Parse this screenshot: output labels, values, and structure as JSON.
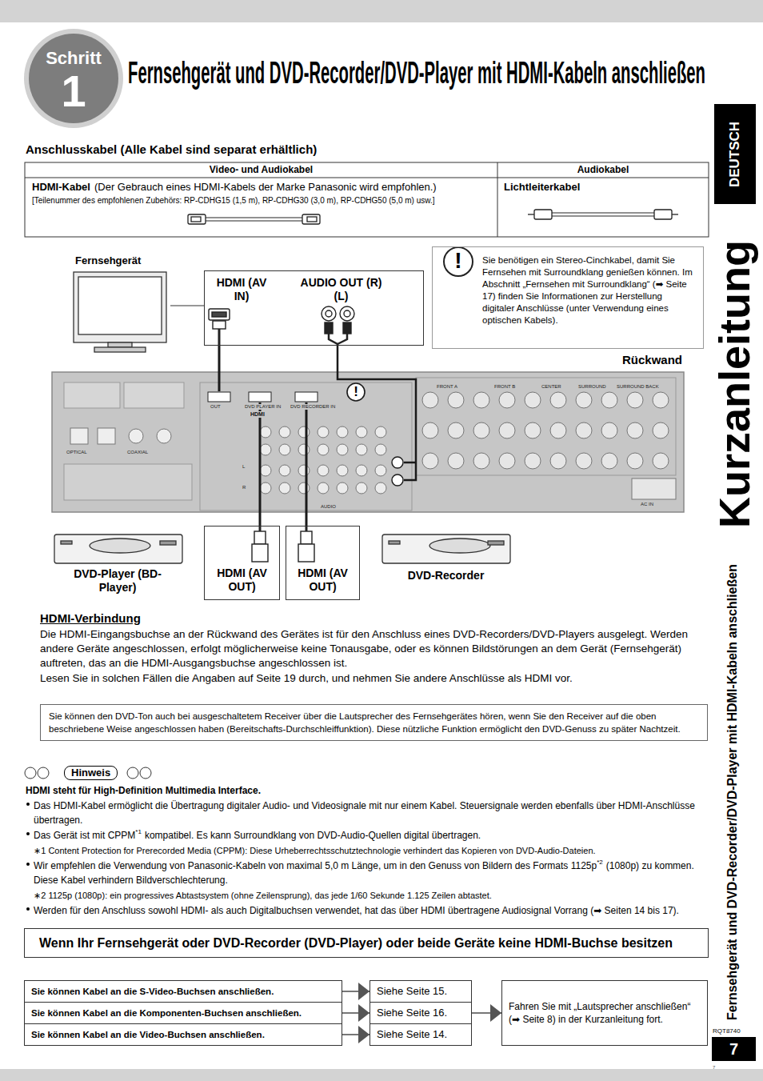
{
  "diagram": {
    "title": "Fernsehgerät und DVD-Recorder/DVD-Player mit HDMI-Kabeln anschließen",
    "nodes": [
      {
        "text": [
          "Schritt",
          "1"
        ]
      },
      {
        "text": [
          "Fernsehgerät"
        ]
      },
      {
        "text": [
          "HDMI (AV IN)",
          "AUDIO OUT (R) (L)"
        ]
      },
      {
        "text": [
          "Sie benötigen ein Stereo-Cinchkabel, damit Sie Fernsehen mit Surroundklang genießen können. Im Abschnitt „Fernsehen mit Surroundklang“ (➡ Seite 17) finden Sie Informationen zur Herstellung digitaler Anschlüsse (unter Verwendung eines optischen Kabels)."
        ]
      },
      {
        "text": [
          "Rückwand"
        ]
      },
      {
        "text": [
          "DVD-Player (BD-Player)"
        ]
      },
      {
        "text": [
          "HDMI (AV OUT)"
        ]
      },
      {
        "text": [
          "HDMI (AV OUT)"
        ]
      },
      {
        "text": [
          "DVD-Recorder"
        ]
      },
      {
        "text": [
          "Sie können den DVD-Ton auch bei ausgeschaltetem Receiver über die Lautsprecher des Fernsehgerätes hören, wenn Sie den Receiver auf die oben beschriebene Weise angeschlossen haben (Bereitschafts-Durchschleiffunktion). Diese nützliche Funktion ermöglicht den DVD-Genuss zu später Nachtzeit."
        ]
      },
      {
        "text": [
          "Wenn Ihr Fernsehgerät oder DVD-Recorder (DVD-Player) oder beide Geräte keine HDMI-Buchse besitzen"
        ]
      },
      {
        "text": [
          "Sie können Kabel an die S-Video-Buchsen anschließen."
        ]
      },
      {
        "text": [
          "Sie können Kabel an die Komponenten-Buchsen anschließen."
        ]
      },
      {
        "text": [
          "Sie können Kabel an die Video-Buchsen anschließen."
        ]
      },
      {
        "text": [
          "Siehe Seite 15."
        ]
      },
      {
        "text": [
          "Siehe Seite 16."
        ]
      },
      {
        "text": [
          "Siehe Seite 14."
        ]
      },
      {
        "text": [
          "Fahren Sie mit „Lautsprecher anschließen“ (➡ Seite 8) in der Kurzanleitung fort."
        ]
      },
      {
        "text": [
          "DEUTSCH"
        ]
      },
      {
        "text": [
          "7"
        ]
      }
    ],
    "edges": [
      {
        "from": 1,
        "to": 2,
        "arrow": "none"
      },
      {
        "from": 2,
        "to": 4,
        "arrow": "none"
      },
      {
        "from": 2,
        "to": 4,
        "arrow": "none"
      },
      {
        "from": 6,
        "to": 4,
        "arrow": "none"
      },
      {
        "from": 7,
        "to": 4,
        "arrow": "none"
      },
      {
        "from": 11,
        "to": 14,
        "arrow": "to"
      },
      {
        "from": 12,
        "to": 15,
        "arrow": "to"
      },
      {
        "from": 13,
        "to": 16,
        "arrow": "to"
      },
      {
        "from": 15,
        "to": 17,
        "arrow": "to"
      }
    ],
    "labels": [
      "Anschlusskabel (Alle Kabel sind separat erhältlich)",
      "Video- und Audiokabel",
      "Audiokabel",
      "HDMI-Kabel",
      "(Der Gebrauch eines HDMI-Kabels der Marke Panasonic wird empfohlen.)",
      "[Teilenummer des empfohlenen Zubehörs: RP-CDHG15 (1,5 m), RP-CDHG30 (3,0 m), RP-CDHG50 (5,0 m) usw.]",
      "Lichtleiterkabel",
      "!",
      "!",
      "OUT",
      "DVD PLAYER IN",
      "DVD RECORDER IN",
      "HDMI",
      "FRONT A",
      "FRONT B",
      "CENTER",
      "SURROUND",
      "SURROUND BACK",
      "OPTICAL",
      "COAXIAL",
      "L",
      "R",
      "AUDIO",
      "AC IN",
      "HDMI-Verbindung",
      "Die HDMI-Eingangsbuchse an der Rückwand des Gerätes ist für den Anschluss eines DVD-Recorders/DVD-Players ausgelegt. Werden andere Geräte angeschlossen, erfolgt möglicherweise keine Tonausgabe, oder es können Bildstörungen an dem Gerät (Fernsehgerät) auftreten, das an die HDMI-Ausgangsbuchse angeschlossen ist.",
      "Lesen Sie in solchen Fällen die Angaben auf Seite 19 durch, und nehmen Sie andere Anschlüsse als HDMI vor.",
      "Hinweis",
      "HDMI steht für High-Definition Multimedia Interface.",
      "Das HDMI-Kabel ermöglicht die Übertragung digitaler Audio- und Videosignale mit nur einem Kabel. Steuersignale werden ebenfalls über HDMI-Anschlüsse übertragen.",
      "Das Gerät ist mit CPPM",
      "*1",
      "kompatibel. Es kann Surroundklang von DVD-Audio-Quellen digital übertragen.",
      "∗1 Content Protection for Prerecorded Media (CPPM): Diese Urheberrechtsschutztechnologie verhindert das Kopieren von DVD-Audio-Dateien.",
      "Wir empfehlen die Verwendung von Panasonic-Kabeln von maximal 5,0 m Länge, um in den Genuss von Bildern des Formats 1125p",
      "*2",
      "(1080p) zu kommen. Diese Kabel verhindern Bildverschlechterung.",
      "∗2 1125p (1080p): ein progressives Abtastsystem (ohne Zeilensprung), das jede 1/60 Sekunde 1.125 Zeilen abtastet.",
      "Werden für den Anschluss sowohl HDMI- als auch Digitalbuchsen verwendet, hat das über HDMI übertragene Audiosignal Vorrang (➡ Seiten 14 bis 17).",
      "Kurzanleitung",
      "Fernsehgerät und DVD-Recorder/DVD-Player mit HDMI-Kabeln anschließen",
      "RQT8740",
      "7"
    ]
  }
}
